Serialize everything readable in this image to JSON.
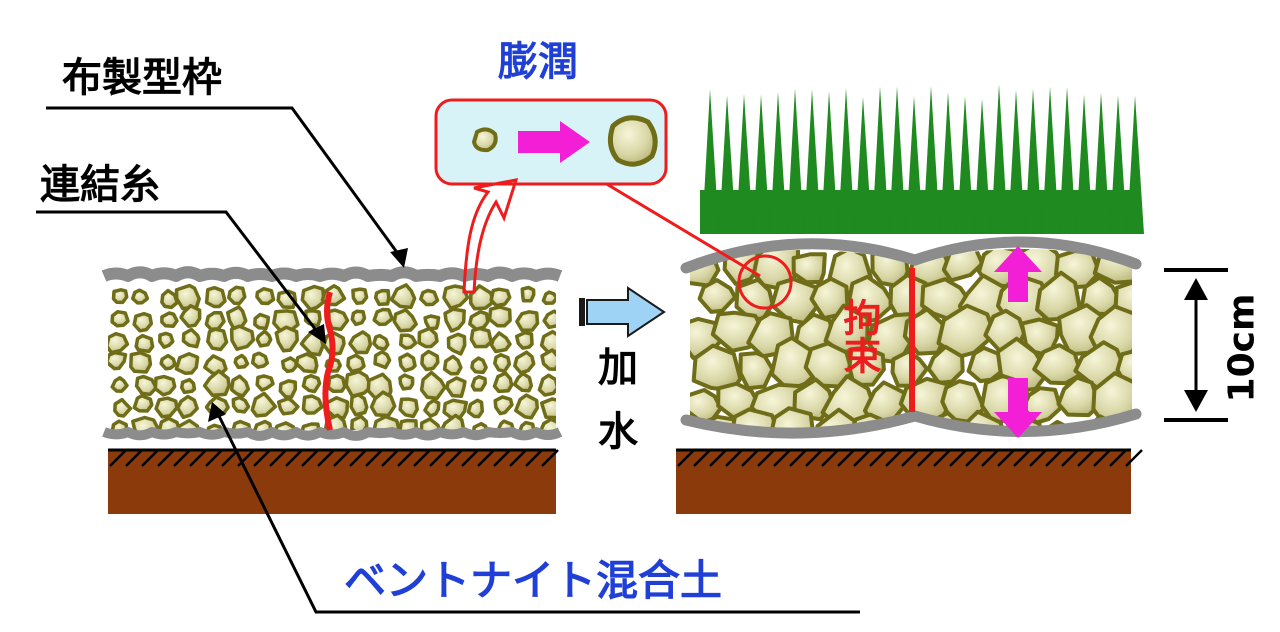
{
  "labels": {
    "fabric_formwork": "布製型枠",
    "tie_thread": "連結糸",
    "swelling": "膨潤",
    "add_water_1": "加",
    "add_water_2": "水",
    "restraint": "拘束",
    "height": "10cm",
    "bentonite_soil": "ベントナイト混合土"
  },
  "colors": {
    "soil": "#8a3a0b",
    "pebble_fill": "#d9d7a6",
    "pebble_edge": "#6f6d18",
    "fabric": "#8c8c8c",
    "grass": "#1f8a1f",
    "tie_red": "#ee1c1c",
    "callout_fill": "#d8f3f7",
    "pink_arrow": "#f21fd6",
    "water_arrow": "#9fd3f5",
    "label_blue": "#1f3fd6"
  },
  "icons": {
    "swell_arrow": "right-arrow-icon",
    "water_arrow": "right-arrow-icon",
    "expand_arrows": "up-down-arrow-icon",
    "dimension": "double-headed-arrow-icon"
  }
}
